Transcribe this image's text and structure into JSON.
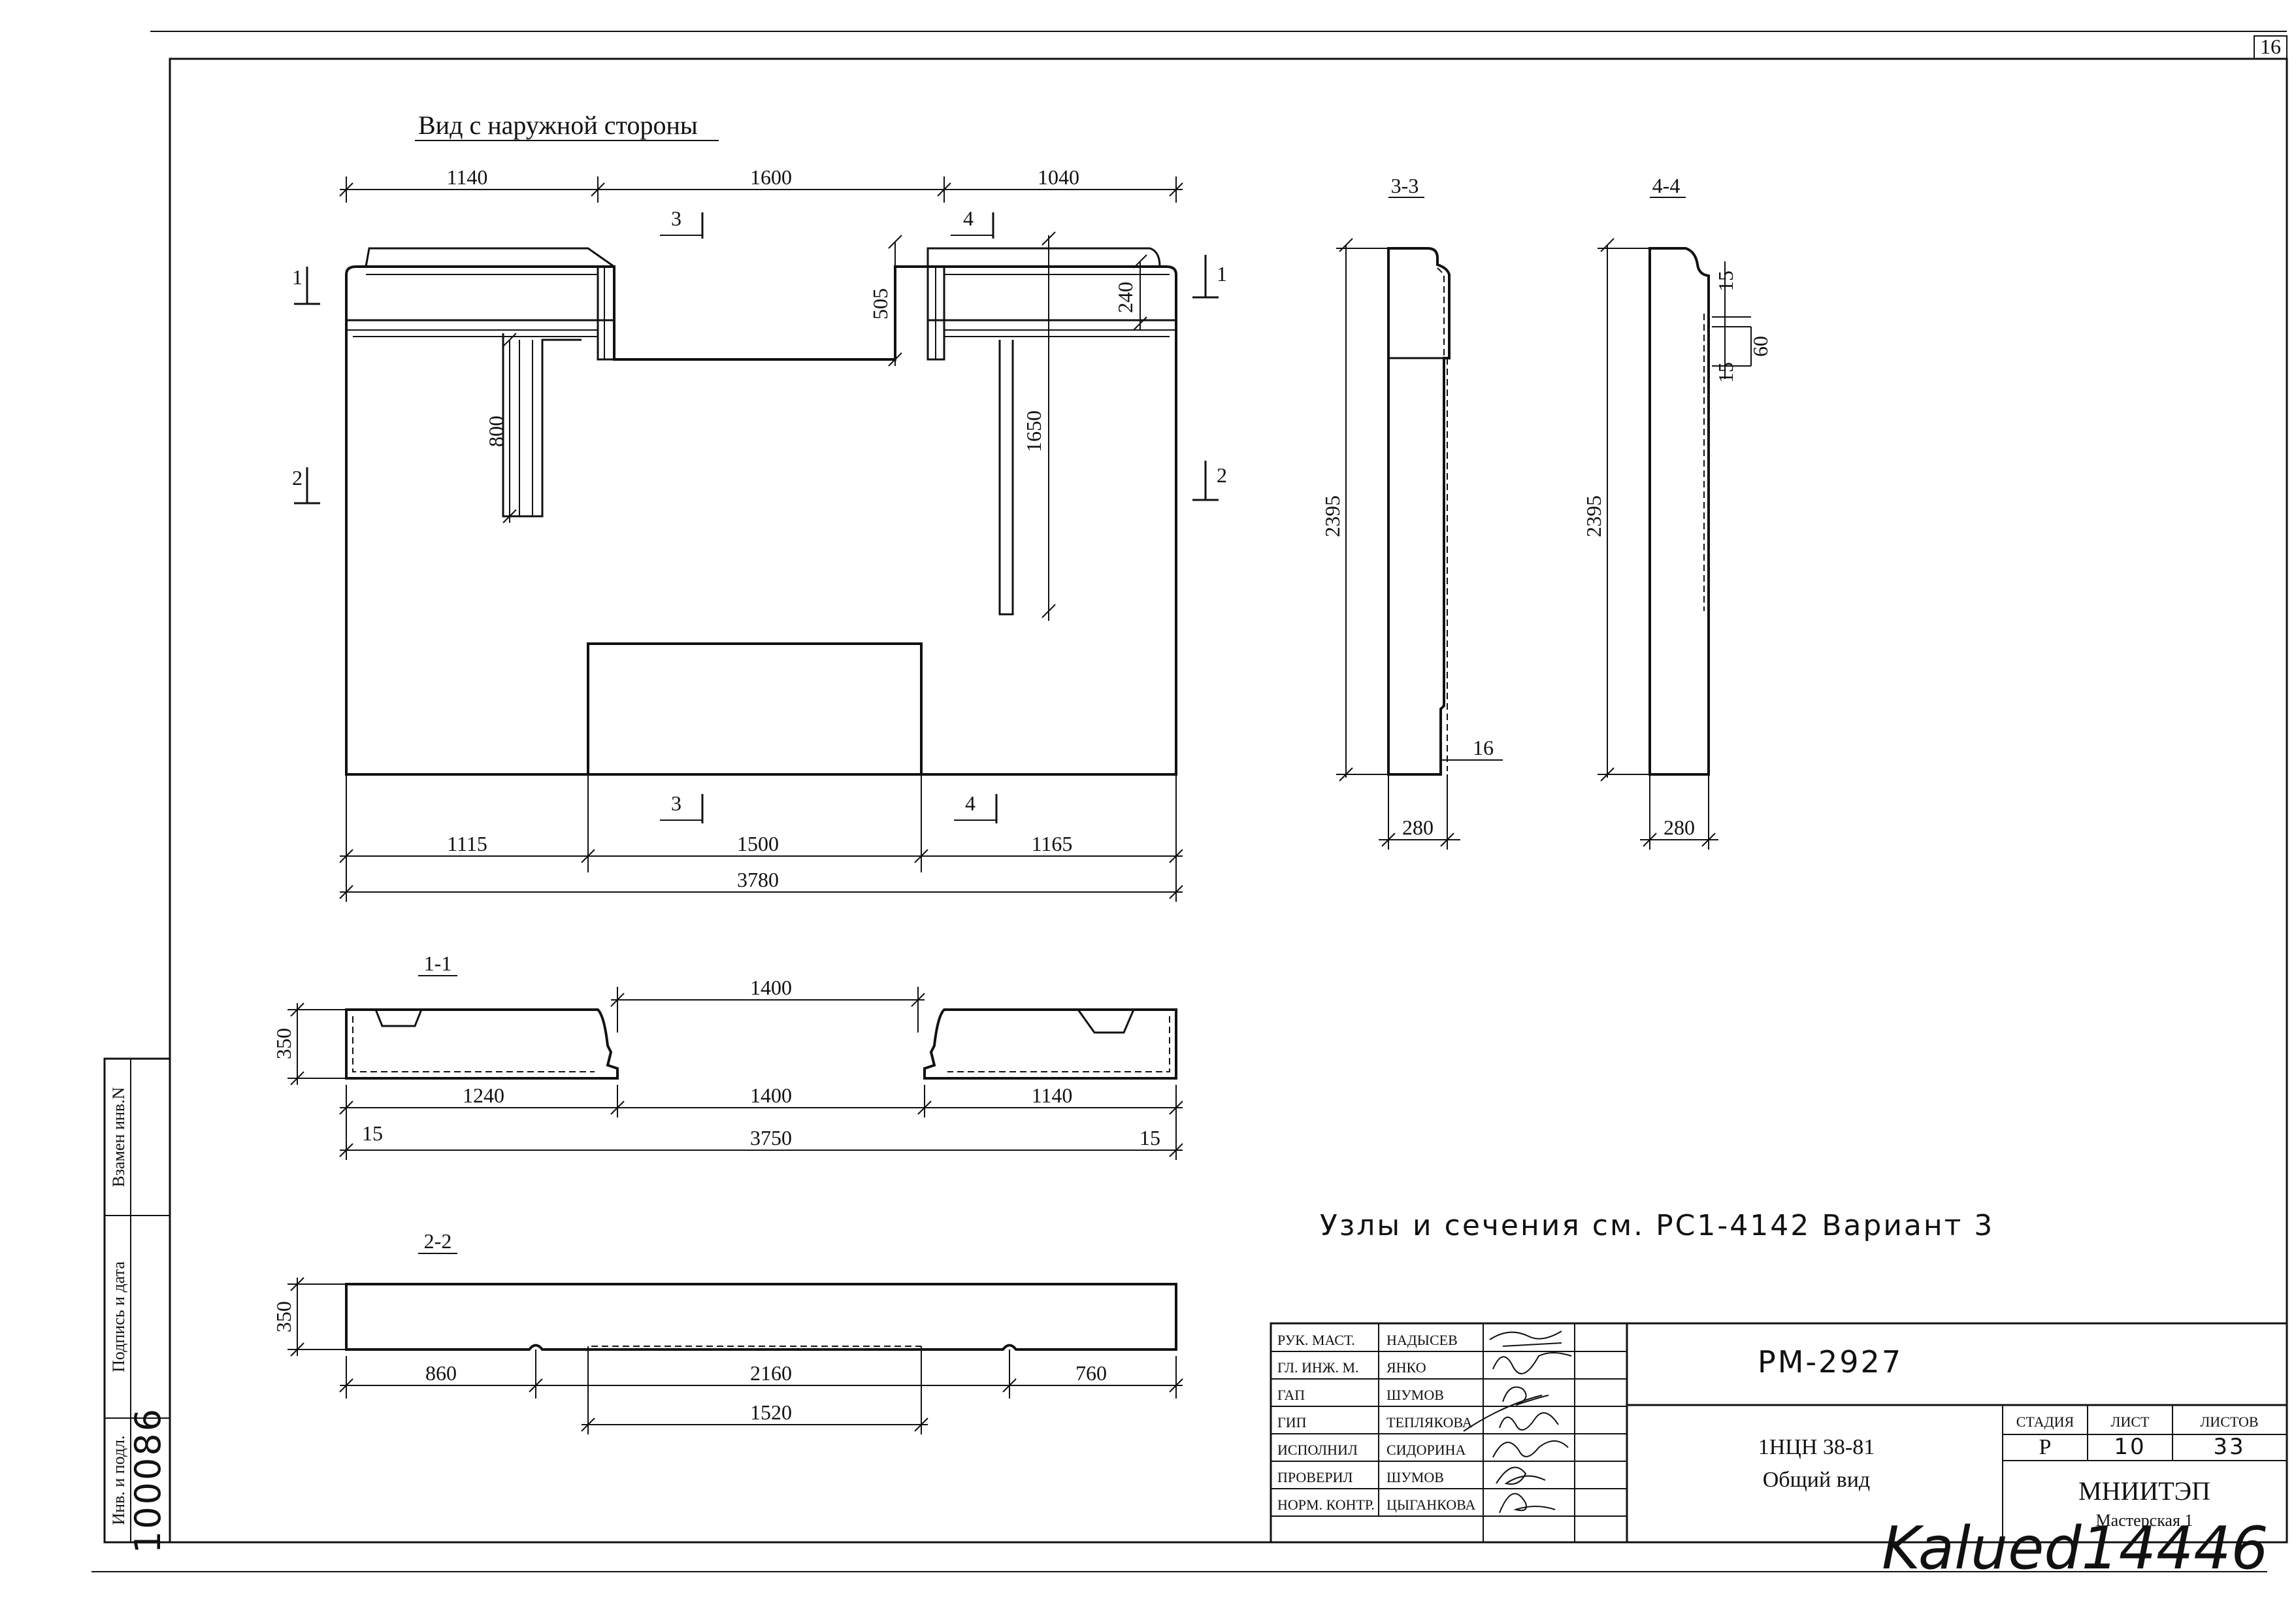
{
  "sheet_number": "16",
  "view_title": "Вид с наружной стороны",
  "top_dims": [
    "1140",
    "1600",
    "1040"
  ],
  "bottom_dims": [
    "1115",
    "1500",
    "1165"
  ],
  "overall_width": "3780",
  "vertical_dims": {
    "notch": "505",
    "band": "240",
    "left_slot": "800",
    "right_slot": "1650"
  },
  "section_marks": {
    "one": "1",
    "two": "2",
    "three": "3",
    "four": "4"
  },
  "sec33": {
    "title": "3-3",
    "height": "2395",
    "width": "280",
    "small": "16"
  },
  "sec44": {
    "title": "4-4",
    "height": "2395",
    "width": "280",
    "d1": "15",
    "d2": "15",
    "d3": "60"
  },
  "sec11": {
    "title": "1-1",
    "top": "1400",
    "height": "350",
    "parts": [
      "1240",
      "1400",
      "1140"
    ],
    "end_left": "15",
    "total": "3750",
    "end_right": "15"
  },
  "sec22": {
    "title": "2-2",
    "height": "350",
    "parts": [
      "860",
      "2160",
      "760"
    ],
    "lower": "1520"
  },
  "note": "Узлы и сечения см. РС1-4142 Вариант 3",
  "stamp": {
    "roles": [
      "РУК. МАСТ.",
      "ГЛ. ИНЖ. М.",
      "ГАП",
      "ГИП",
      "ИСПОЛНИЛ",
      "ПРОВЕРИЛ",
      "НОРМ. КОНТР."
    ],
    "names": [
      "НАДЫСЕВ",
      "ЯНКО",
      "ШУМОВ",
      "ТЕПЛЯКОВА",
      "СИДОРИНА",
      "ШУМОВ",
      "ЦЫГАНКОВА"
    ],
    "code": "РМ-2927",
    "series": "1НЦН 38-81",
    "sheet_title": "Общий вид",
    "stage_h": "СТАДИЯ",
    "sheet_h": "ЛИСТ",
    "sheets_h": "ЛИСТОВ",
    "stage": "Р",
    "sheet": "10",
    "sheets": "33",
    "org": "МНИИТЭП",
    "dept": "Мастерская 1"
  },
  "side_labels": {
    "replace": "Взамен инв.N",
    "sign": "Подпись и дата",
    "inv": "Инв. и подл."
  },
  "inventory_no": "100086",
  "bottom_signature": "Kalued14446"
}
